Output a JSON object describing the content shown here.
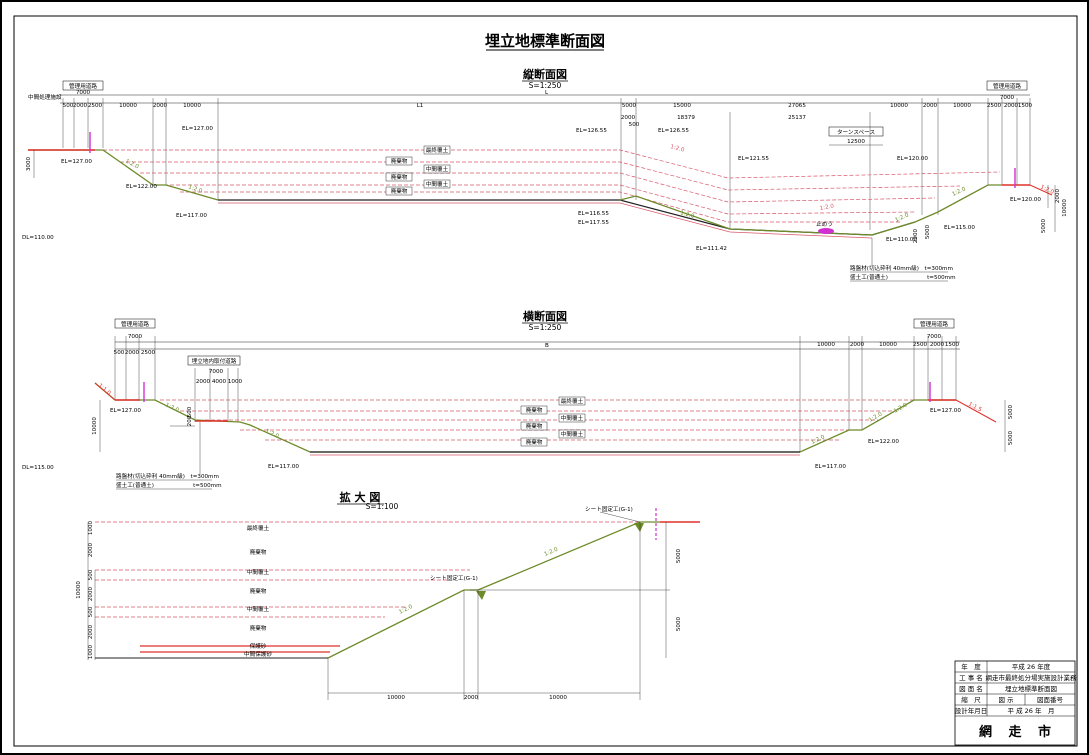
{
  "title": "埋立地標準断面図",
  "colors": {
    "slope": "#6e8b2a",
    "dash": "#d9576b",
    "road": "#e0312b",
    "magenta": "#d22fd2",
    "line": "#222222"
  },
  "long_section": {
    "title": "縦断面図",
    "scale": "S=1:250",
    "road_left": "管理用道路",
    "road_right": "管理用道路",
    "facility_left": "中間処理施設",
    "dims_top": [
      "7000",
      "500",
      "2000",
      "2500",
      "10000",
      "2000",
      "10000",
      "L1",
      "5000",
      "15000",
      "27065",
      "10000",
      "2000",
      "10000",
      "7000",
      "2500",
      "2000",
      "1500"
    ],
    "total": "L",
    "dims_second": [
      "2000",
      "500",
      "18379",
      "25137",
      "12500"
    ],
    "turn_space": "ターンスペース",
    "elevations": [
      "EL=127.00",
      "EL=127.00",
      "EL=126.55",
      "EL=126.55",
      "EL=122.00",
      "EL=121.55",
      "EL=120.00",
      "EL=120.00",
      "EL=117.00",
      "EL=116.55",
      "EL=117.55",
      "EL=115.00",
      "EL=111.42",
      "EL=110.00"
    ],
    "dl": "DL=110.00",
    "layers": [
      "最終覆土",
      "廃棄物",
      "中間覆土",
      "廃棄物",
      "中間覆土",
      "廃棄物"
    ],
    "slopes": [
      "1:2.0",
      "1:2.0",
      "1:2.0",
      "1:2.0",
      "1:2.0",
      "1:2.0",
      "1:2.0",
      "1:2.0"
    ],
    "pit": "止めう",
    "left_height": "3000",
    "right_dims": [
      "2000",
      "10000",
      "5000",
      "5000",
      "2000"
    ],
    "note1": "路盤材(切込砕利 40mm級)　t=300mm",
    "note2": "盛土工(普通土)　　　　　　　t=500mm"
  },
  "cross_section": {
    "title": "横断面図",
    "scale": "S=1:250",
    "road_left": "管理用道路",
    "road_right": "管理用道路",
    "access_road": "埋立地内取付道路",
    "dims_left": [
      "7000",
      "500",
      "2000",
      "2500"
    ],
    "dims_access": [
      "7000",
      "2000",
      "4000",
      "1000"
    ],
    "dims_right": [
      "10000",
      "2000",
      "10000",
      "7000",
      "2500",
      "2000",
      "1500"
    ],
    "total": "B",
    "elevations": [
      "EL=127.00",
      "EL=127.00",
      "EL=122.00",
      "EL=117.00",
      "EL=117.00"
    ],
    "dl": "DL=115.00",
    "layers": [
      "最終覆土",
      "廃棄物",
      "中間覆土",
      "廃棄物",
      "中間覆土",
      "廃棄物"
    ],
    "slopes": [
      "1:1.0",
      "1:2.0",
      "1:2.0",
      "1:2.0",
      "1:2.0",
      "1:2.0",
      "1:1.5"
    ],
    "left_height": "10000",
    "small_dims": [
      "500",
      "200"
    ],
    "right_dims": [
      "5000",
      "5000"
    ],
    "note1": "路盤材(切込砕利 40mm級)　t=300mm",
    "note2": "盛土工(普通土)　　　　　　　t=500mm"
  },
  "detail": {
    "title": "拡 大 図",
    "scale": "S=1:100",
    "sheet_anchor_top": "シート固定工(G-1)",
    "sheet_anchor_mid": "シート固定工(G-1)",
    "layers": [
      "最終覆土",
      "廃棄物",
      "中間覆土",
      "廃棄物",
      "中間覆土",
      "廃棄物",
      "保護砂",
      "中間保護砂"
    ],
    "left_dims": [
      "1000",
      "2000",
      "500",
      "2000",
      "500",
      "2000",
      "1000"
    ],
    "total_height": "10000",
    "right_dims": [
      "5000",
      "5000"
    ],
    "bottom_dims": [
      "10000",
      "2000",
      "10000"
    ],
    "slopes": [
      "1:2.0",
      "1:2.0"
    ]
  },
  "title_block": {
    "rows": [
      {
        "label": "年　度",
        "value": "平成 26 年度"
      },
      {
        "label": "工 事 名",
        "value": "網走市最終処分場実施設計業務"
      },
      {
        "label": "図 面 名",
        "value": "埋立地標準断面図"
      },
      {
        "label": "縮　尺",
        "value": "図 示",
        "label2": "図面番号"
      },
      {
        "label": "設計年月日",
        "value": "平 成 26 年　月"
      }
    ],
    "owner": "網 走 市"
  }
}
